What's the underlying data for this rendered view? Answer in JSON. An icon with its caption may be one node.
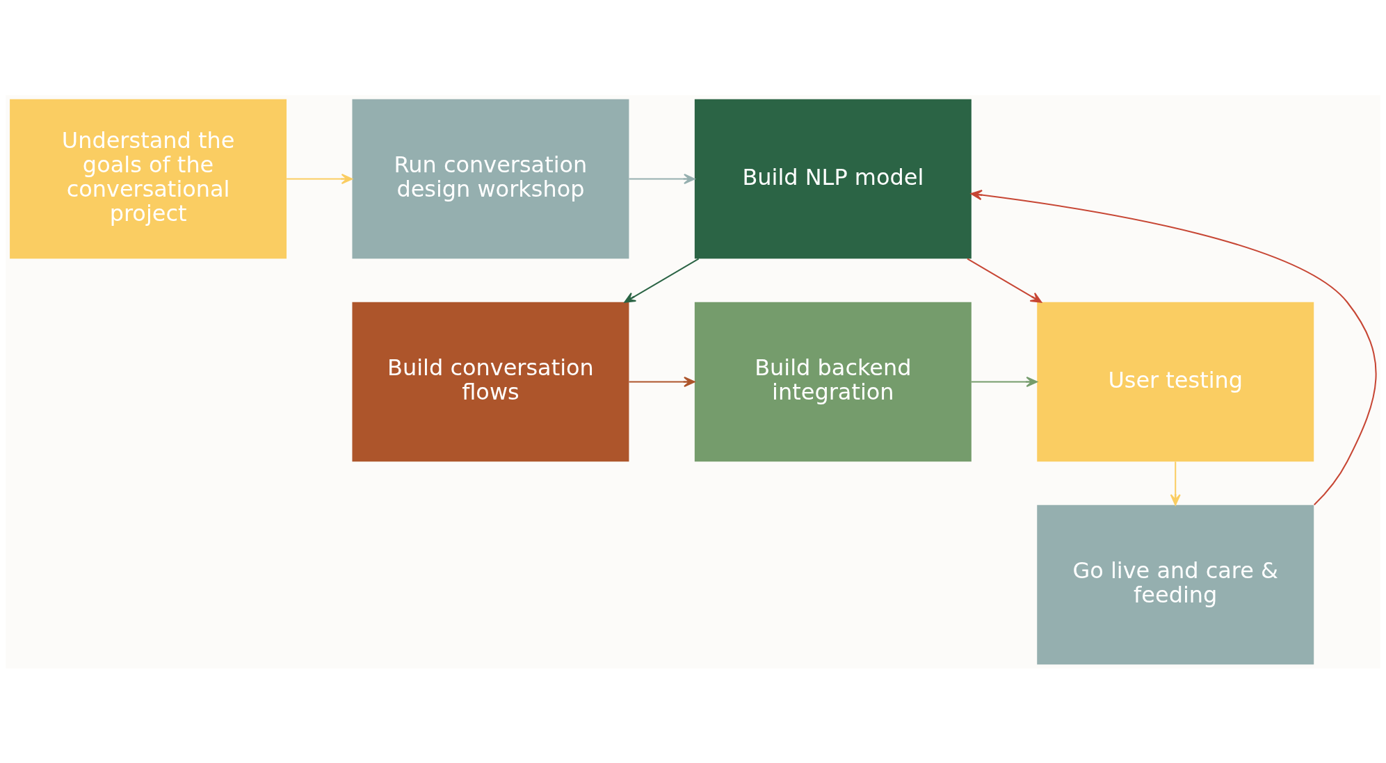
{
  "diagram": {
    "nodes": [
      {
        "text": [
          "Understand the goals of the conversational project"
        ]
      },
      {
        "text": [
          "Run conversation design workshop"
        ]
      },
      {
        "text": [
          "Build NLP model"
        ]
      },
      {
        "text": [
          "Build conversation flows"
        ]
      },
      {
        "text": [
          "Build backend integration"
        ]
      },
      {
        "text": [
          "User testing"
        ]
      },
      {
        "text": [
          "Go live and care & feeding"
        ]
      }
    ],
    "edges": [
      {
        "from": 0,
        "to": 1,
        "arrow": "to",
        "color": "#facd62"
      },
      {
        "from": 1,
        "to": 2,
        "arrow": "to",
        "color": "#95afaf"
      },
      {
        "from": 2,
        "to": 3,
        "arrow": "to",
        "color": "#2b6445"
      },
      {
        "from": 2,
        "to": 5,
        "arrow": "to",
        "color": "#c74634"
      },
      {
        "from": 3,
        "to": 4,
        "arrow": "to",
        "color": "#ad552b"
      },
      {
        "from": 4,
        "to": 5,
        "arrow": "to",
        "color": "#759c6c"
      },
      {
        "from": 5,
        "to": 6,
        "arrow": "to",
        "color": "#facd62"
      },
      {
        "from": 6,
        "to": 2,
        "arrow": "to",
        "color": "#c74634"
      }
    ]
  }
}
